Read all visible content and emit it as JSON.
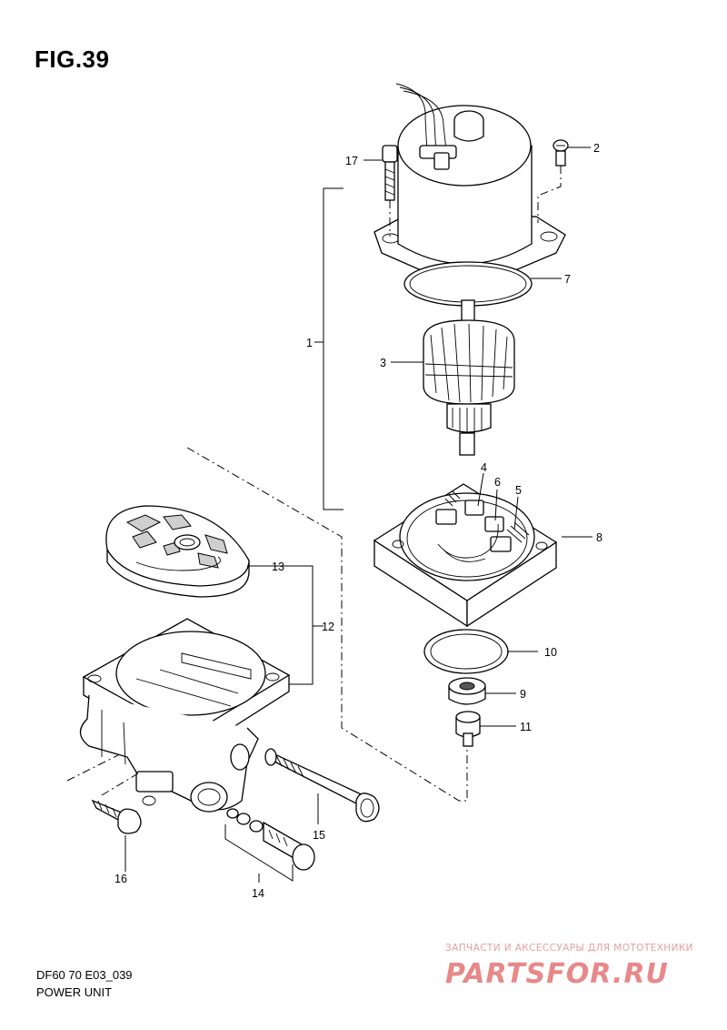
{
  "figure": {
    "title": "FIG.39",
    "code": "DF60 70 E03_039",
    "name": "POWER UNIT"
  },
  "callouts": [
    "1",
    "2",
    "3",
    "4",
    "5",
    "6",
    "7",
    "8",
    "9",
    "10",
    "11",
    "12",
    "13",
    "14",
    "15",
    "16",
    "17"
  ],
  "watermark": {
    "tagline": "ЗАПЧАСТИ И АКСЕССУАРЫ ДЛЯ МОТОТЕХНИКИ",
    "logo_text": "PARTSFOR.RU",
    "color": "#e06060"
  }
}
